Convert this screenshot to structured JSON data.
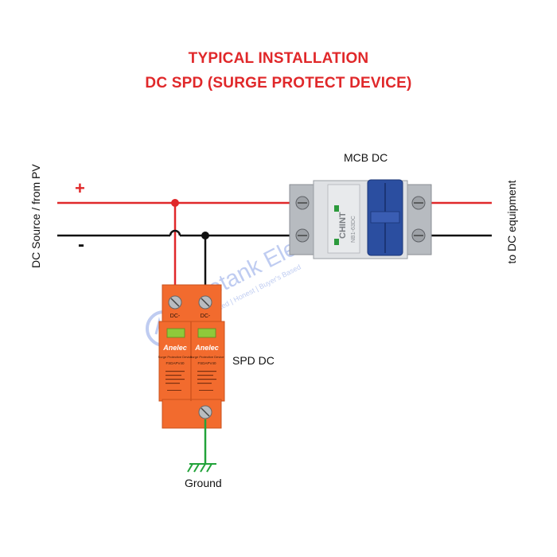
{
  "title": {
    "line1": "TYPICAL INSTALLATION",
    "line2": "DC SPD (SURGE PROTECT DEVICE)"
  },
  "labels": {
    "source": "DC Source / from PV",
    "equipment": "to DC equipment",
    "mcb": "MCB DC",
    "spd": "SPD DC",
    "ground": "Ground",
    "plus": "+",
    "minus": "-"
  },
  "spd_device": {
    "brand": "Anelec",
    "terminal_left": "DC-",
    "terminal_right": "DC-",
    "module_text": "Surge Protective Device",
    "model": "FSDAPV40"
  },
  "mcb_device": {
    "brand": "CHINT",
    "model": "NB1-63DC"
  },
  "watermark": {
    "name": "Bluetank Electronic",
    "tagline": "Trusted | Honest | Buyer's Based"
  },
  "colors": {
    "positive_wire": "#e0282a",
    "negative_wire": "#111111",
    "ground_wire": "#22a33a",
    "spd_orange": "#f26b2e",
    "mcb_blue": "#2b4ea0",
    "title": "#e0282a"
  }
}
